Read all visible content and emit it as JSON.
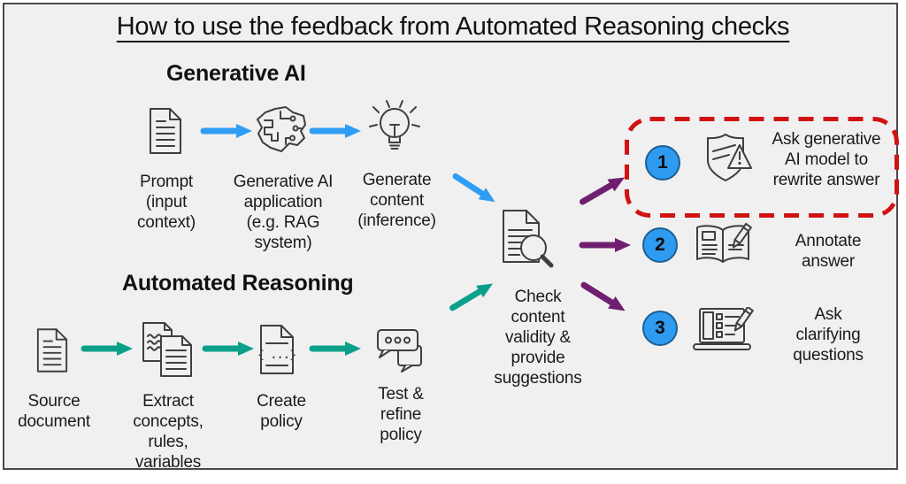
{
  "title": "How to use the feedback from Automated Reasoning checks",
  "colors": {
    "blue": "#2f9df4",
    "teal": "#0aa08a",
    "purple": "#701f70",
    "red": "#d01312",
    "circle_fill": "#2e9bf0",
    "circle_border": "#1c5f93",
    "ink": "#3f3f3f",
    "text": "#161616",
    "panel_bg": "#f0f0f1",
    "panel_border": "#4a4a4a"
  },
  "icons": {
    "policy_glyph": "{ ...}"
  },
  "generative_ai": {
    "header": "Generative AI",
    "steps": [
      {
        "icon": "document-icon",
        "label": "Prompt\n(input\ncontext)"
      },
      {
        "icon": "neural-network-icon",
        "label": "Generative AI\napplication\n(e.g. RAG\nsystem)"
      },
      {
        "icon": "lightbulb-icon",
        "label": "Generate\ncontent\n(inference)"
      }
    ]
  },
  "automated_reasoning": {
    "header": "Automated Reasoning",
    "steps": [
      {
        "icon": "document-icon",
        "label": "Source\ndocument"
      },
      {
        "icon": "documents-extract-icon",
        "label": "Extract\nconcepts,\nrules,\nvariables"
      },
      {
        "icon": "policy-document-icon",
        "label": "Create\npolicy"
      },
      {
        "icon": "chat-bubbles-icon",
        "label": "Test &\nrefine\npolicy"
      }
    ]
  },
  "check_step": {
    "icon": "document-magnifier-icon",
    "label": "Check\ncontent\nvalidity &\nprovide\nsuggestions"
  },
  "outcomes": [
    {
      "number": "1",
      "icon": "shield-warning-icon",
      "label": "Ask generative\nAI model to\nrewrite answer",
      "highlighted": true
    },
    {
      "number": "2",
      "icon": "book-pencil-icon",
      "label": "Annotate\nanswer",
      "highlighted": false
    },
    {
      "number": "3",
      "icon": "laptop-checklist-icon",
      "label": "Ask\nclarifying\nquestions",
      "highlighted": false
    }
  ]
}
